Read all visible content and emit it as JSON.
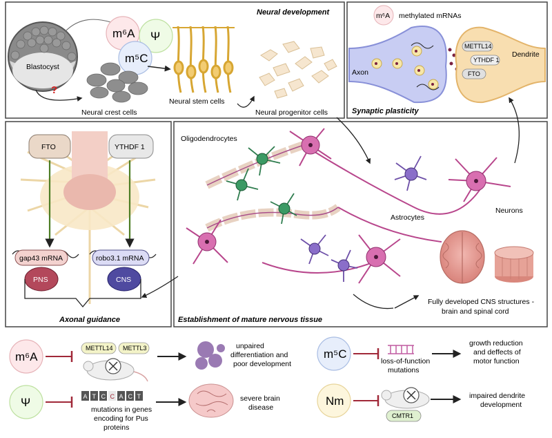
{
  "panels": {
    "neural_development": {
      "title": "Neural development",
      "blastocyst": "Blastocyst",
      "m6a": "m⁶A",
      "psi": "Ψ",
      "m5c": "m⁵C",
      "question": "?",
      "neural_crest": "Neural crest cells",
      "neural_stem": "Neural stem cells",
      "neural_progenitor": "Neural progenitor cells"
    },
    "synaptic": {
      "title": "Synaptic plasticity",
      "m6a": "m⁶A",
      "methylated": "methylated mRNAs",
      "axon": "Axon",
      "dendrite": "Dendrite",
      "mettl14": "METTL14",
      "ythdf1": "YTHDF 1",
      "fto": "FTO"
    },
    "axonal": {
      "title": "Axonal guidance",
      "fto": "FTO",
      "ythdf1": "YTHDF 1",
      "gap43": "gap43 mRNA",
      "robo": "robo3.1 mRNA",
      "pns": "PNS",
      "cns": "CNS"
    },
    "mature": {
      "title": "Establishment of mature nervous tissue",
      "oligodendrocytes": "Oligodendrocytes",
      "astrocytes": "Astrocytes",
      "neurons": "Neurons",
      "cns_line1": "Fully developed CNS structures -",
      "cns_line2": "brain and spinal cord"
    }
  },
  "effects": {
    "m6a": {
      "mark": "m⁶A",
      "enzyme1": "METTL14",
      "enzyme2": "METTL3",
      "result_line1": "unpaired",
      "result_line2": "differentiation and",
      "result_line3": "poor development"
    },
    "psi": {
      "mark": "Ψ",
      "dna": [
        "A",
        "T",
        "C",
        "C",
        "A",
        "C",
        "T"
      ],
      "caption_line1": "mutations in genes",
      "caption_line2": "encoding for Pus",
      "caption_line3": "proteins",
      "result_line1": "severe brain",
      "result_line2": "disease"
    },
    "m5c": {
      "mark": "m⁵C",
      "caption_line1": "loss-of-function",
      "caption_line2": "mutations",
      "result_line1": "growth reduction",
      "result_line2": "and deffects of",
      "result_line3": "motor function"
    },
    "nm": {
      "mark": "Nm",
      "enzyme": "CMTR1",
      "result_line1": "impaired dendrite",
      "result_line2": "development"
    }
  },
  "colors": {
    "pink": "#b8468c",
    "green": "#2f7d4f",
    "purple": "#6d4fa8",
    "inhibit": "#a02838"
  }
}
